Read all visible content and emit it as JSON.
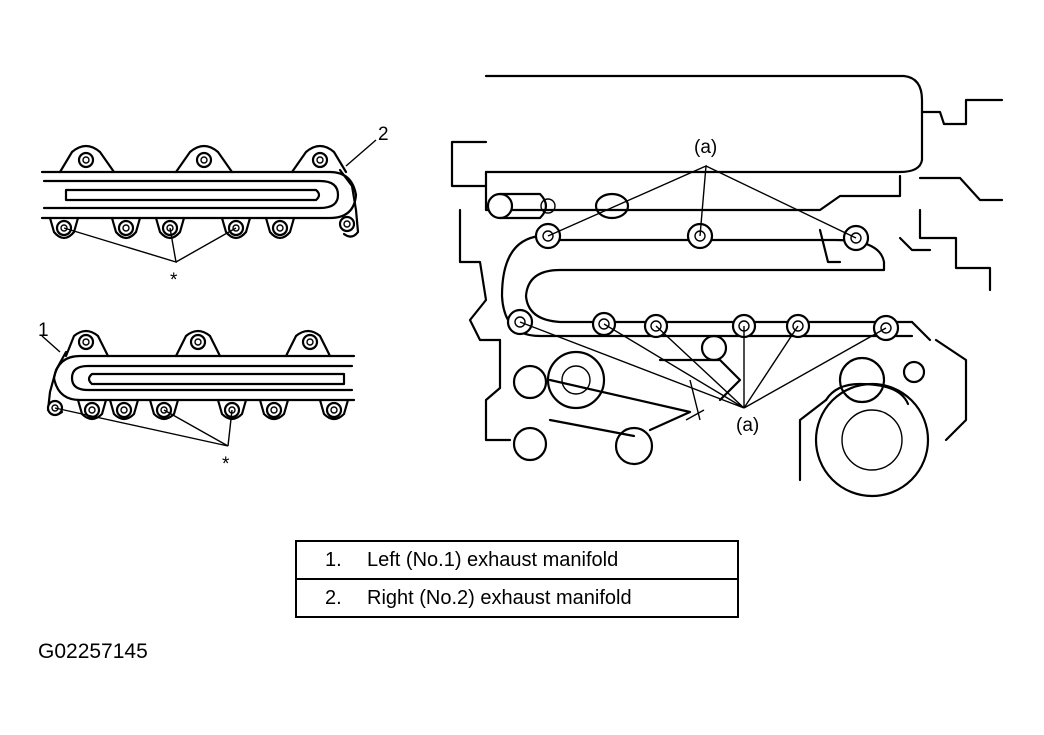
{
  "callouts": {
    "part_2": "2",
    "part_1": "1",
    "star_right_manifold": "*",
    "star_left_manifold": "*",
    "label_a_top": "(a)",
    "label_a_bottom": "(a)"
  },
  "legend": [
    {
      "num": "1.",
      "text": "Left (No.1) exhaust manifold"
    },
    {
      "num": "2.",
      "text": "Right (No.2) exhaust manifold"
    }
  ],
  "figure_id": "G02257145"
}
